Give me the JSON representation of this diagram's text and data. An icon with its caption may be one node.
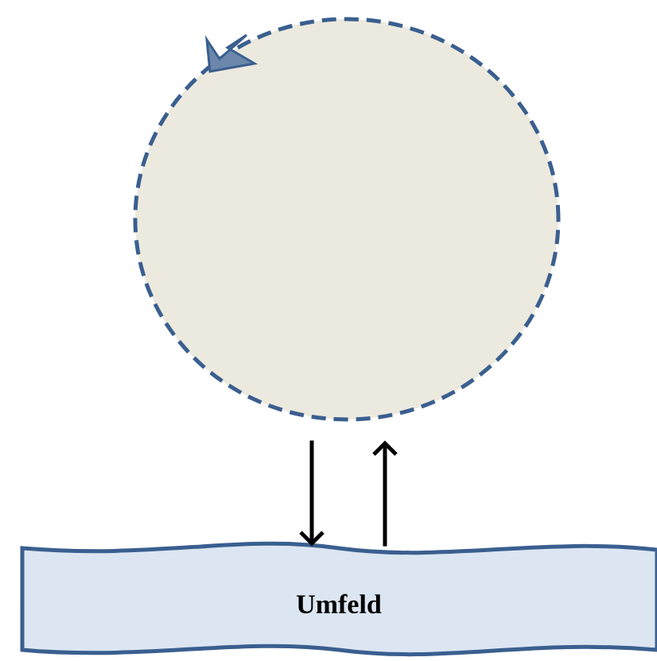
{
  "diagram": {
    "nodes": [
      {
        "text": [],
        "shape": "circle"
      },
      {
        "text": [
          "Umfeld"
        ]
      }
    ],
    "edges": [
      {
        "from": 0,
        "to": 1,
        "arrow": "to"
      },
      {
        "from": 1,
        "to": 0,
        "arrow": "to"
      }
    ]
  }
}
